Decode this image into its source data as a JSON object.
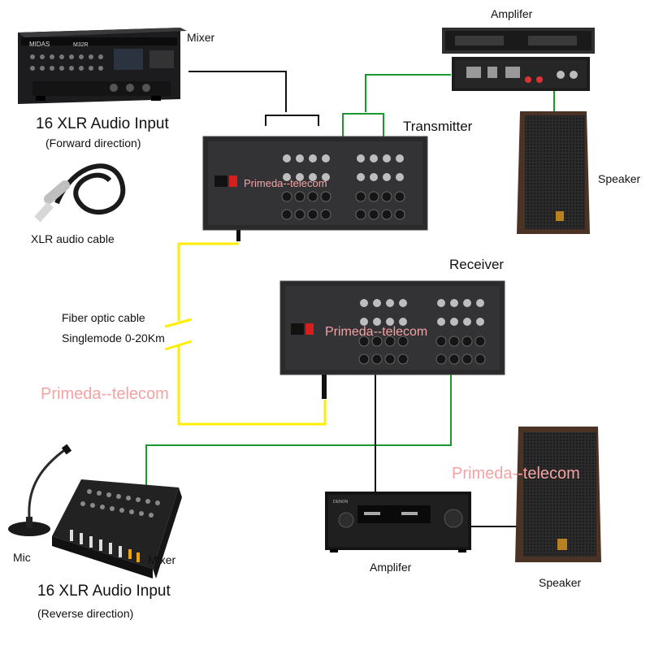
{
  "labels": {
    "mixer_top": "Mixer",
    "input_forward_title": "16 XLR Audio Input",
    "input_forward_sub": "(Forward direction)",
    "xlr_cable": "XLR audio cable",
    "amplifier_top": "Amplifer",
    "transmitter": "Transmitter",
    "speaker_top": "Speaker",
    "receiver": "Receiver",
    "fiber_line1": "Fiber optic cable",
    "fiber_line2": "Singlemode 0-20Km",
    "mic": "Mic",
    "mixer_bottom": "Mixer",
    "input_reverse_title": "16 XLR Audio Input",
    "input_reverse_sub": "(Reverse direction)",
    "amplifier_bottom": "Amplifer",
    "speaker_bottom": "Speaker"
  },
  "device_text": {
    "mixer_brand": "MIDAS",
    "mixer_model": "M32R",
    "amp_brand": "DENON"
  },
  "watermarks": {
    "left": "Primeda--telecom",
    "transmitter": "Primeda--telecom",
    "receiver": "Primeda--telecom",
    "right": "Primeda--telecom"
  },
  "colors": {
    "fiber": "#ffee00",
    "green_link": "#1a9a2e",
    "black_link": "#111111",
    "chassis": "#2a2a2c",
    "watermark": "#f3a3a3"
  }
}
